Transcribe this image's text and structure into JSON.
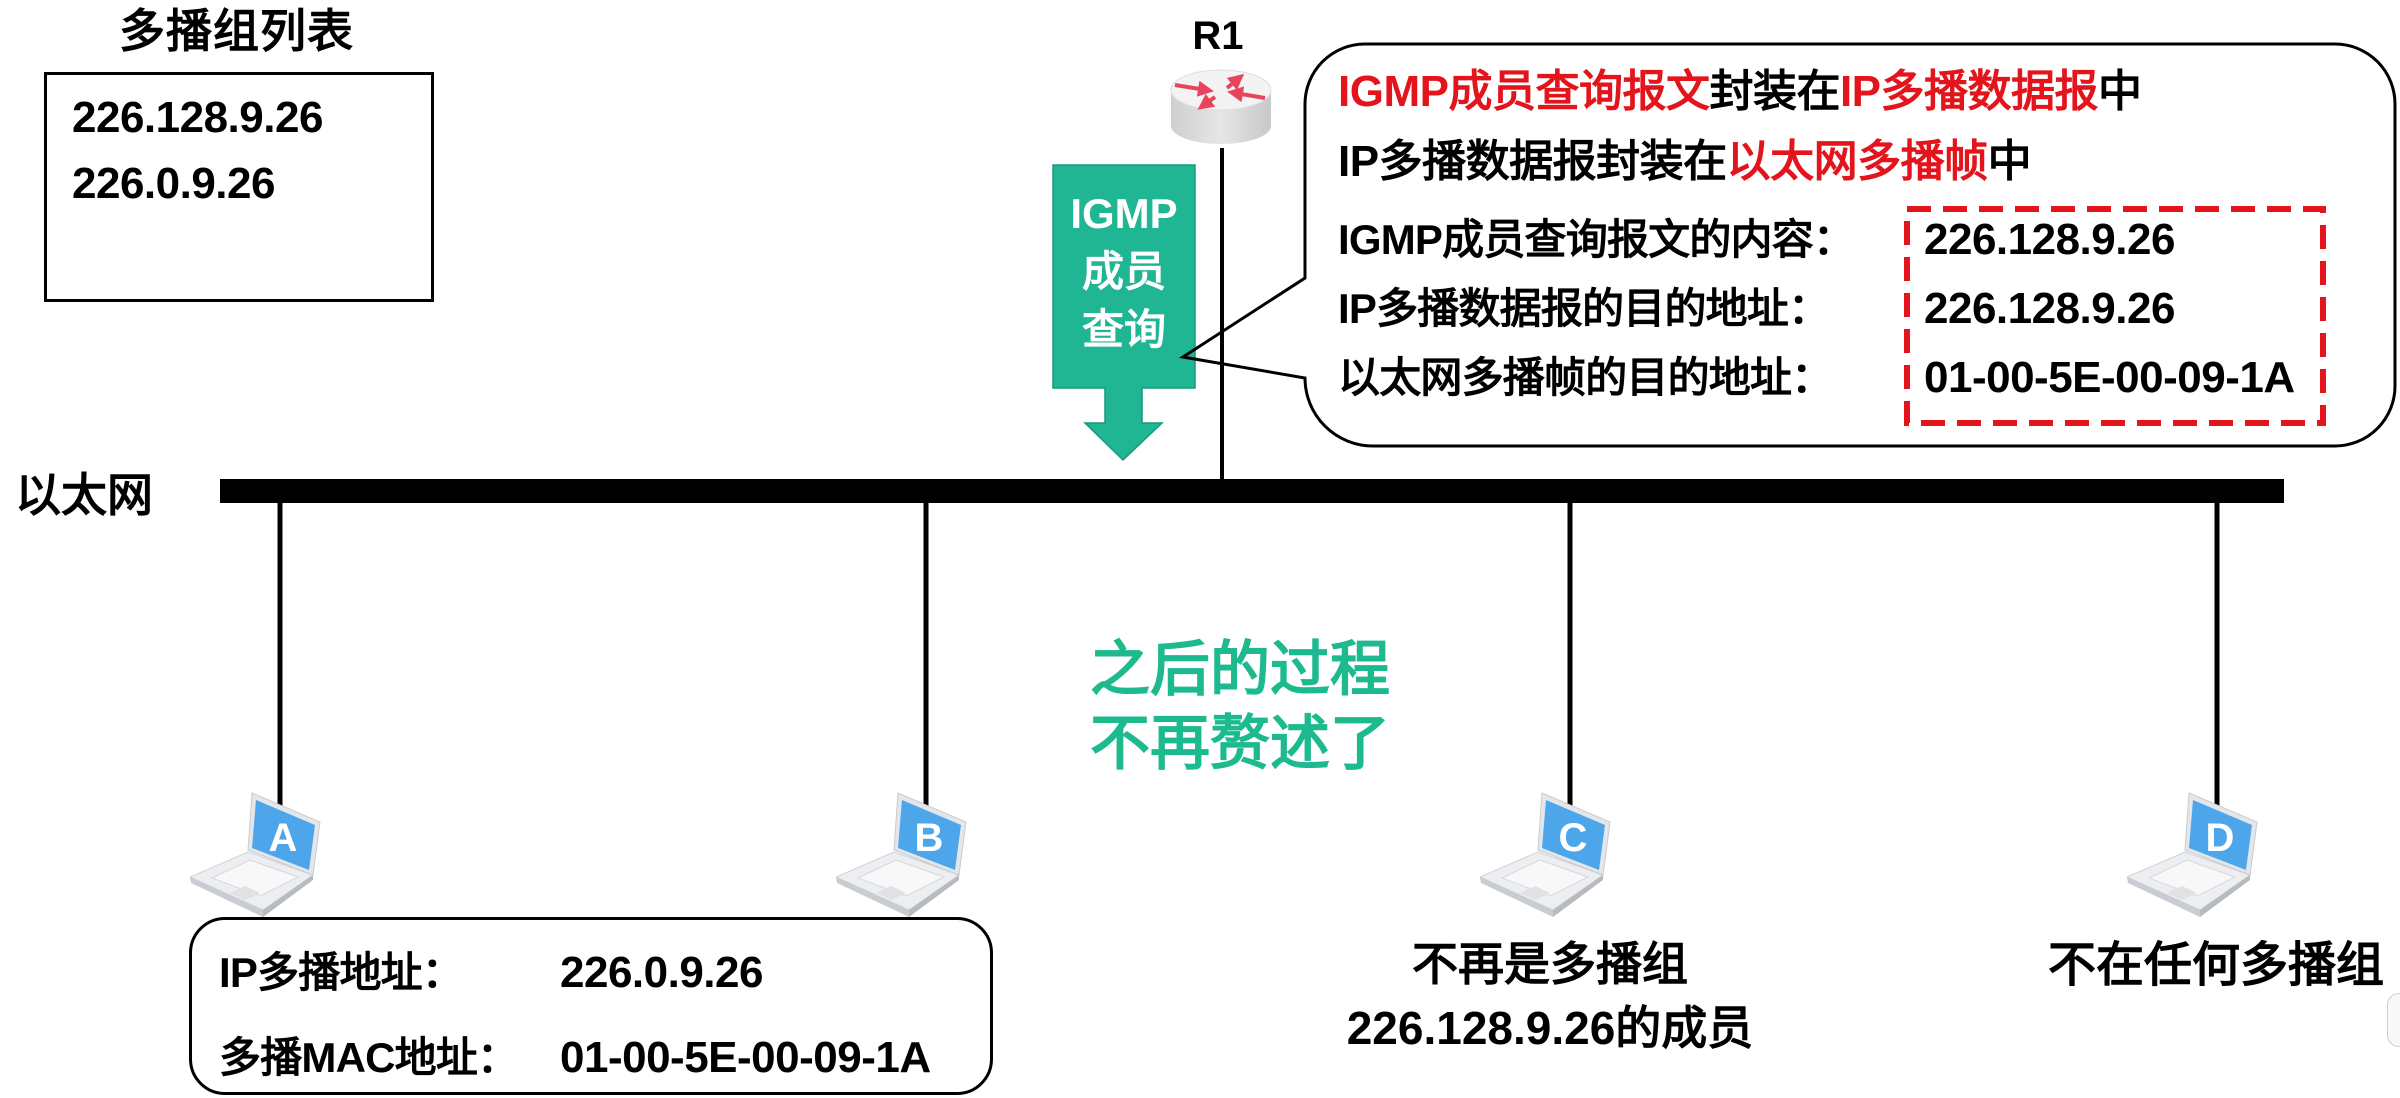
{
  "colors": {
    "accent_red": "#e3141b",
    "accent_green": "#20b593",
    "note_green": "#1dba8f",
    "screen_blue": "#4da6ea",
    "router_arrow": "#e8455d"
  },
  "multicast_group_list": {
    "title": "多播组列表",
    "entries": [
      "226.128.9.26",
      "226.0.9.26"
    ]
  },
  "router": {
    "label": "R1",
    "icon": "router-icon"
  },
  "igmp_arrow": {
    "icon": "arrow-down-icon",
    "lines": [
      "IGMP",
      "成员",
      "查询"
    ]
  },
  "callout": {
    "line1": [
      {
        "text": "IGMP成员查询报文",
        "highlight": true
      },
      {
        "text": "封装在",
        "highlight": false
      },
      {
        "text": "IP多播数据报",
        "highlight": true
      },
      {
        "text": "中",
        "highlight": false
      }
    ],
    "line2": [
      {
        "text": "IP多播数据报封装在",
        "highlight": false
      },
      {
        "text": "以太网多播帧",
        "highlight": true
      },
      {
        "text": "中",
        "highlight": false
      }
    ],
    "rows": [
      {
        "label": "IGMP成员查询报文的内容：",
        "value": "226.128.9.26"
      },
      {
        "label": "IP多播数据报的目的地址：",
        "value": "226.128.9.26"
      },
      {
        "label": "以太网多播帧的目的地址：",
        "value": "01-00-5E-00-09-1A"
      }
    ]
  },
  "network": {
    "label": "以太网"
  },
  "note": {
    "lines": [
      "之后的过程",
      "不再赘述了"
    ]
  },
  "hosts": [
    {
      "label": "A",
      "icon": "laptop-icon"
    },
    {
      "label": "B",
      "icon": "laptop-icon"
    },
    {
      "label": "C",
      "icon": "laptop-icon",
      "caption": [
        "不再是多播组",
        "226.128.9.26的成员"
      ]
    },
    {
      "label": "D",
      "icon": "laptop-icon",
      "caption": [
        "不在任何多播组"
      ]
    }
  ],
  "host_a_info": {
    "rows": [
      {
        "label": "IP多播地址：",
        "value": "226.0.9.26"
      },
      {
        "label": "多播MAC地址：",
        "value": "01-00-5E-00-09-1A"
      }
    ]
  }
}
